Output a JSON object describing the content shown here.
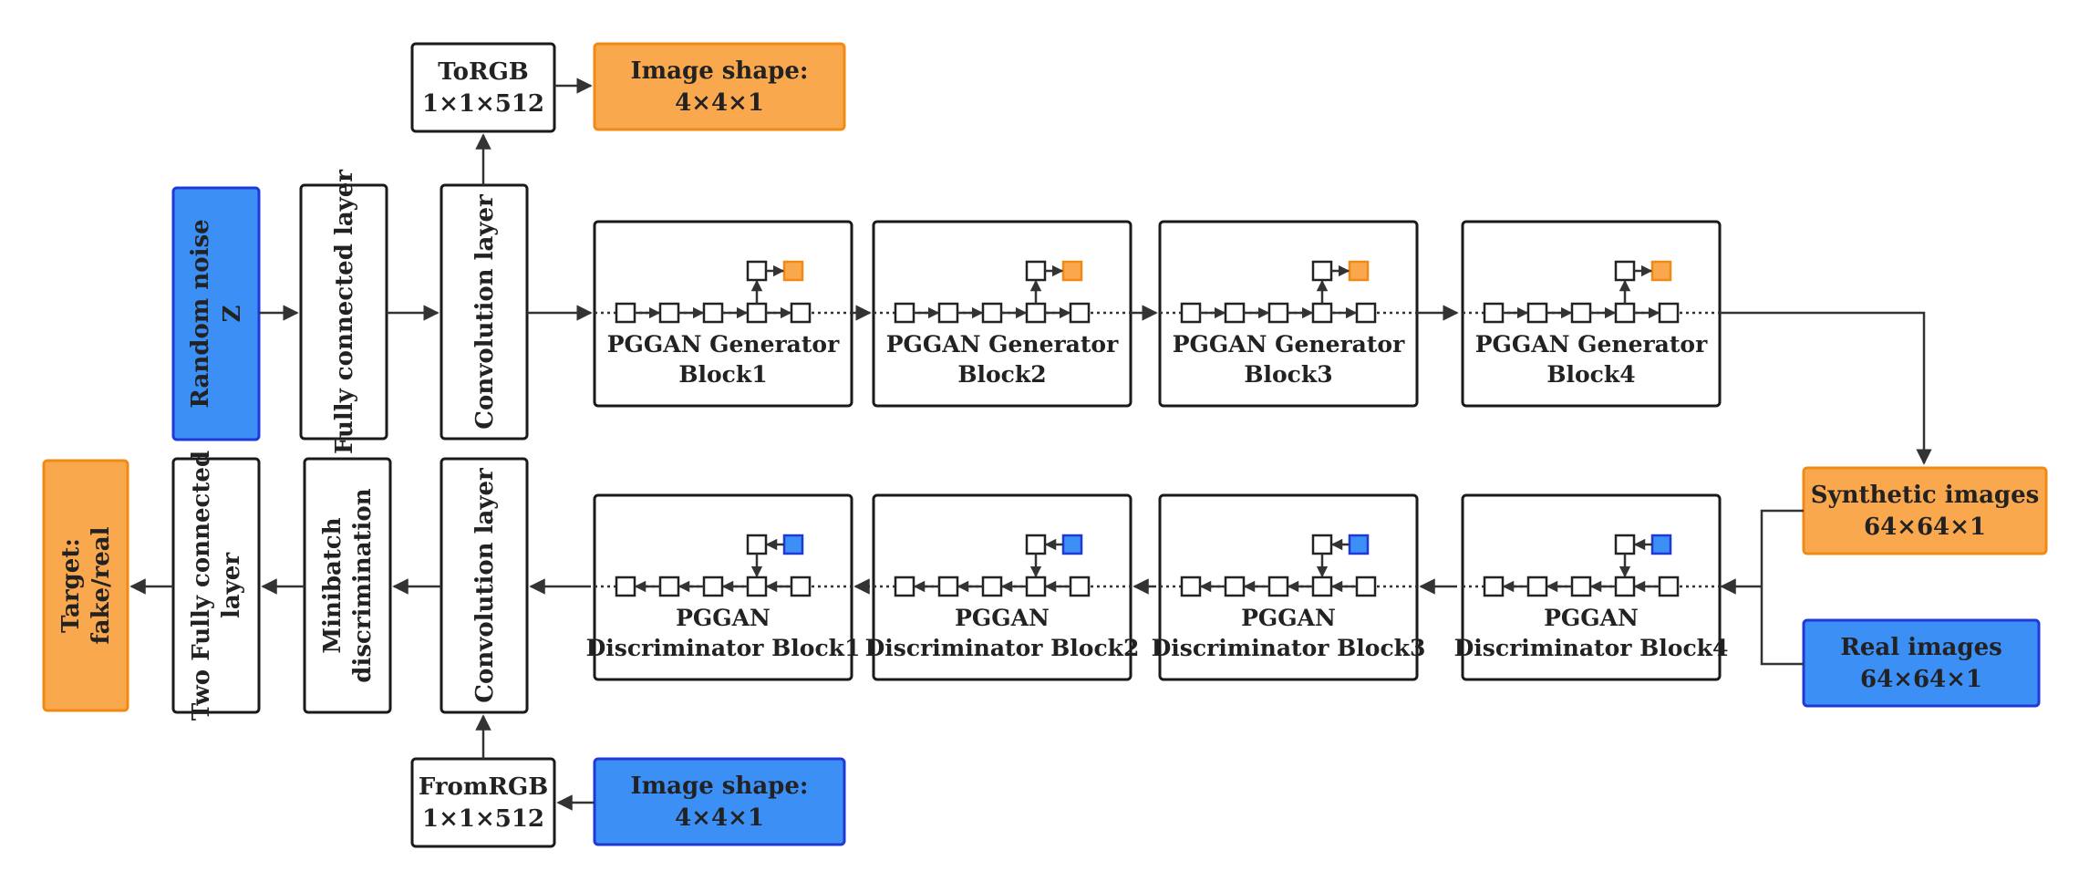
{
  "colors": {
    "orange_fill": "#f9a84e",
    "orange_stroke": "#f08a12",
    "blue_fill": "#3b8ff5",
    "blue_stroke": "#2038d8"
  },
  "generator": {
    "torgb": {
      "line1": "ToRGB",
      "line2": "1×1×512"
    },
    "image_shape": {
      "line1": "Image shape:",
      "line2": "4×4×1"
    },
    "random_noise": {
      "line1": "Random noise",
      "line2": "Z"
    },
    "fully_connected": "Fully connected layer",
    "convolution": "Convolution layer",
    "blocks": [
      {
        "line1": "PGGAN Generator",
        "line2": "Block1"
      },
      {
        "line1": "PGGAN Generator",
        "line2": "Block2"
      },
      {
        "line1": "PGGAN Generator",
        "line2": "Block3"
      },
      {
        "line1": "PGGAN Generator",
        "line2": "Block4"
      }
    ]
  },
  "discriminator": {
    "fromrgb": {
      "line1": "FromRGB",
      "line2": "1×1×512"
    },
    "image_shape": {
      "line1": "Image shape:",
      "line2": "4×4×1"
    },
    "target": {
      "line1": "Target:",
      "line2": "fake/real"
    },
    "two_fc": {
      "line1": "Two Fully connected",
      "line2": "layer"
    },
    "minibatch": {
      "line1": "Minibatch",
      "line2": "discrimination"
    },
    "convolution": "Convolution layer",
    "blocks": [
      {
        "line1": "PGGAN",
        "line2": "Discriminator Block1"
      },
      {
        "line1": "PGGAN",
        "line2": "Discriminator Block2"
      },
      {
        "line1": "PGGAN",
        "line2": "Discriminator Block3"
      },
      {
        "line1": "PGGAN",
        "line2": "Discriminator Block4"
      }
    ]
  },
  "inputs": {
    "synthetic": {
      "line1": "Synthetic images",
      "line2": "64×64×1"
    },
    "real": {
      "line1": "Real images",
      "line2": "64×64×1"
    }
  }
}
